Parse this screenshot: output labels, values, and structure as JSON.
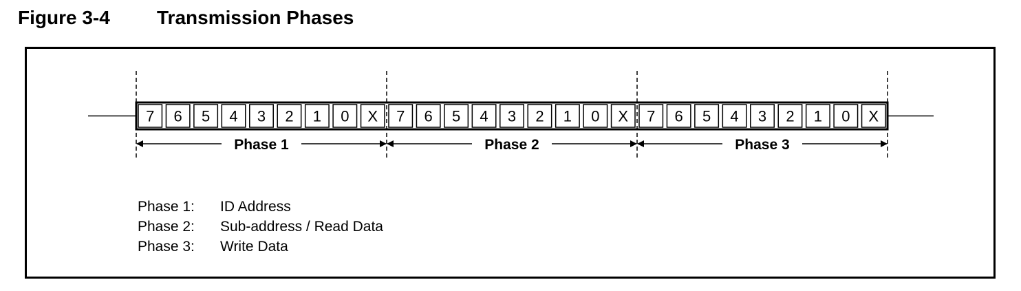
{
  "figure": {
    "number": "Figure 3-4",
    "title": "Transmission Phases"
  },
  "diagram": {
    "phases": [
      {
        "label": "Phase 1",
        "bits": [
          "7",
          "6",
          "5",
          "4",
          "3",
          "2",
          "1",
          "0",
          "X"
        ]
      },
      {
        "label": "Phase 2",
        "bits": [
          "7",
          "6",
          "5",
          "4",
          "3",
          "2",
          "1",
          "0",
          "X"
        ]
      },
      {
        "label": "Phase 3",
        "bits": [
          "7",
          "6",
          "5",
          "4",
          "3",
          "2",
          "1",
          "0",
          "X"
        ]
      }
    ]
  },
  "legend": [
    {
      "key": "Phase 1:",
      "value": "ID Address"
    },
    {
      "key": "Phase 2:",
      "value": "Sub-address / Read Data"
    },
    {
      "key": "Phase 3:",
      "value": "Write Data"
    }
  ]
}
